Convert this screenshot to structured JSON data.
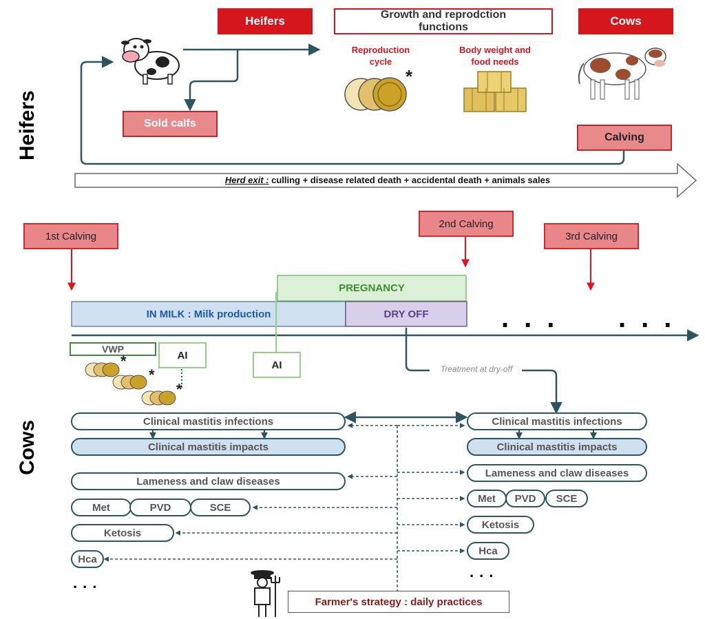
{
  "side_labels": {
    "heifers": "Heifers",
    "cows": "Cows"
  },
  "top": {
    "heifers_header": "Heifers",
    "growth_header": "Growth and reprodction functions",
    "cows_header": "Cows",
    "reproduction_cycle": "Reproduction cycle",
    "body_weight": "Body weight and food needs",
    "sold_calfs": "Sold calfs",
    "calving": "Calving",
    "herd_exit_lead": "Herd exit :",
    "herd_exit_rest": " culling + disease related death + accidental death + animals sales",
    "asterisk": "*"
  },
  "timeline": {
    "first_calving": "1st Calving",
    "second_calving": "2nd Calving",
    "third_calving": "3rd Calving",
    "pregnancy": "PREGNANCY",
    "in_milk": "IN MILK : Milk production",
    "dry_off": "DRY OFF",
    "vwp": "VWP",
    "ai_1": "AI",
    "ai_2": "AI",
    "treatment": "Treatment at dry-off",
    "ellipsis_1": "...",
    "ellipsis_2": "..."
  },
  "left_col": {
    "clinical_infections": "Clinical mastitis infections",
    "clinical_impacts": "Clinical mastitis impacts",
    "lameness": "Lameness and claw diseases",
    "met": "Met",
    "pvd": "PVD",
    "sce": "SCE",
    "ketosis": "Ketosis",
    "hca": "Hca",
    "ellipsis": "..."
  },
  "right_col": {
    "clinical_infections": "Clinical mastitis infections",
    "clinical_impacts": "Clinical mastitis impacts",
    "lameness": "Lameness and claw diseases",
    "met": "Met",
    "pvd": "PVD",
    "sce": "SCE",
    "ketosis": "Ketosis",
    "hca": "Hca",
    "ellipsis": "..."
  },
  "farmer": {
    "strategy": "Farmer's strategy : daily practices"
  },
  "colors": {
    "arrow": "#2c5560",
    "red": "#d6161d",
    "pink": "#e88a8c",
    "light_blue": "#cfe0f1",
    "light_green": "#dcefd7",
    "lavender": "#d8d0ea",
    "gold": "#c9a227"
  }
}
